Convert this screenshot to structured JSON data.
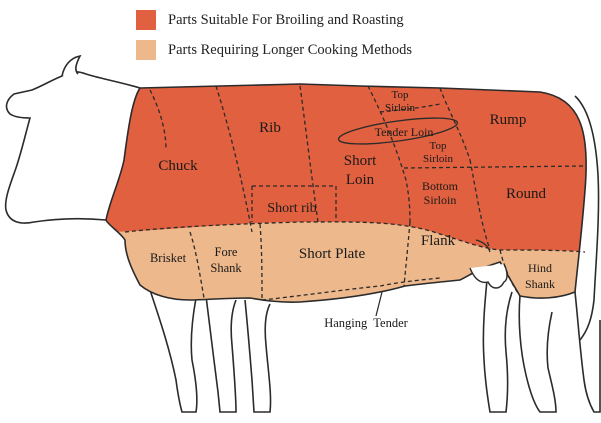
{
  "colors": {
    "broil": "#E0603F",
    "long": "#EDB88B",
    "outline": "#2b2b2b",
    "body": "#ffffff"
  },
  "legend": [
    {
      "label": "Parts Suitable For Broiling and Roasting",
      "color": "#E0603F"
    },
    {
      "label": "Parts Requiring Longer Cooking Methods",
      "color": "#EDB88B"
    }
  ],
  "cuts": {
    "chuck": "Chuck",
    "rib": "Rib",
    "short_rib": "Short rib",
    "short_loin": [
      "Short",
      "Loin"
    ],
    "top_sirloin_upper": [
      "Top",
      "Sirloin"
    ],
    "tender_loin": "Tender Loin",
    "top_sirloin_lower": [
      "Top",
      "Sirloin"
    ],
    "bottom_sirloin": [
      "Bottom",
      "Sirloin"
    ],
    "rump": "Rump",
    "round": "Round",
    "brisket": "Brisket",
    "fore_shank": [
      "Fore",
      "Shank"
    ],
    "short_plate": "Short Plate",
    "flank": "Flank",
    "hind_shank": [
      "Hind",
      "Shank"
    ],
    "hanging_tender": "Hanging  Tender"
  }
}
